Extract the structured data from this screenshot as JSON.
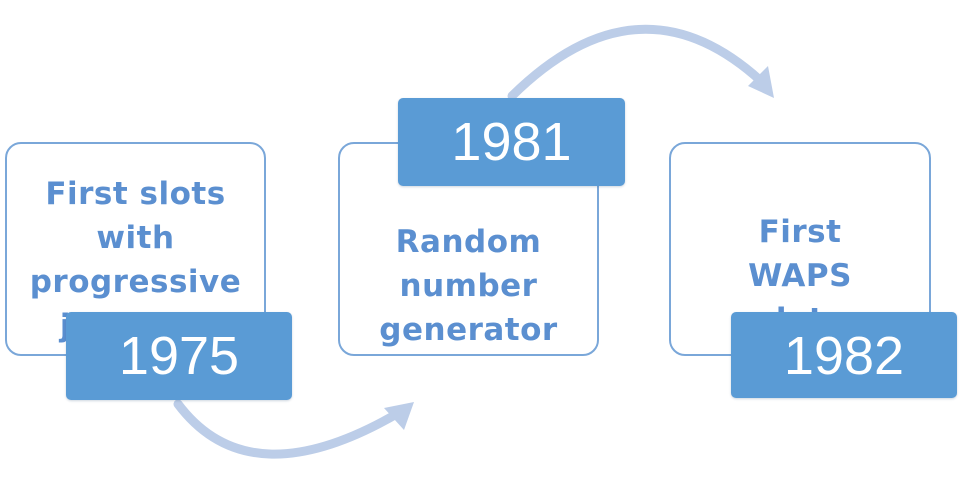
{
  "steps": [
    {
      "year": "1975",
      "text": "First slots with progressive jackpots"
    },
    {
      "year": "1981",
      "text": "Random number generator"
    },
    {
      "year": "1982",
      "text": "First WAPS slots"
    }
  ],
  "colors": {
    "year_box": "#5a9bd5",
    "card_border": "#7aa7d9",
    "card_text": "#5b8fd0",
    "arrow": "#bccde8"
  }
}
